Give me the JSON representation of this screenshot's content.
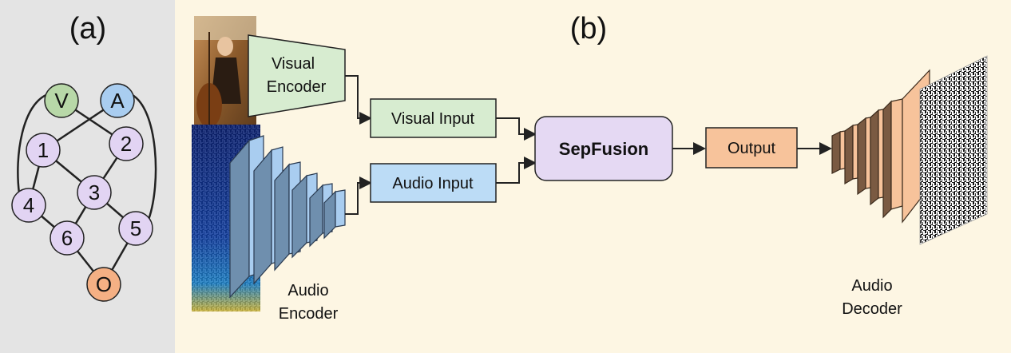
{
  "panel_a": {
    "label": "(a)",
    "background": "#e4e4e4",
    "nodes": {
      "v": {
        "label": "V",
        "color": "#b8d8a8"
      },
      "a": {
        "label": "A",
        "color": "#a9cdf0"
      },
      "n1": {
        "label": "1",
        "color": "#e2d4f3"
      },
      "n2": {
        "label": "2",
        "color": "#e2d4f3"
      },
      "n3": {
        "label": "3",
        "color": "#e2d4f3"
      },
      "n4": {
        "label": "4",
        "color": "#e2d4f3"
      },
      "n5": {
        "label": "5",
        "color": "#e2d4f3"
      },
      "n6": {
        "label": "6",
        "color": "#e2d4f3"
      },
      "o": {
        "label": "O",
        "color": "#f5b084"
      }
    }
  },
  "panel_b": {
    "label": "(b)",
    "background": "#fdf6e3",
    "visual_encoder": {
      "line1": "Visual",
      "line2": "Encoder",
      "color": "#d7ecd0"
    },
    "visual_input": {
      "label": "Visual Input",
      "color": "#d7ecd0"
    },
    "audio_input": {
      "label": "Audio Input",
      "color": "#bcdcf6"
    },
    "sepfusion": {
      "label": "SepFusion",
      "color": "#e5d9f3"
    },
    "output": {
      "label": "Output",
      "color": "#f7c39b"
    },
    "audio_encoder": {
      "line1": "Audio",
      "line2": "Encoder",
      "color": "#a9cdf0"
    },
    "audio_decoder": {
      "line1": "Audio",
      "line2": "Decoder",
      "color": "#f7c39b"
    }
  }
}
